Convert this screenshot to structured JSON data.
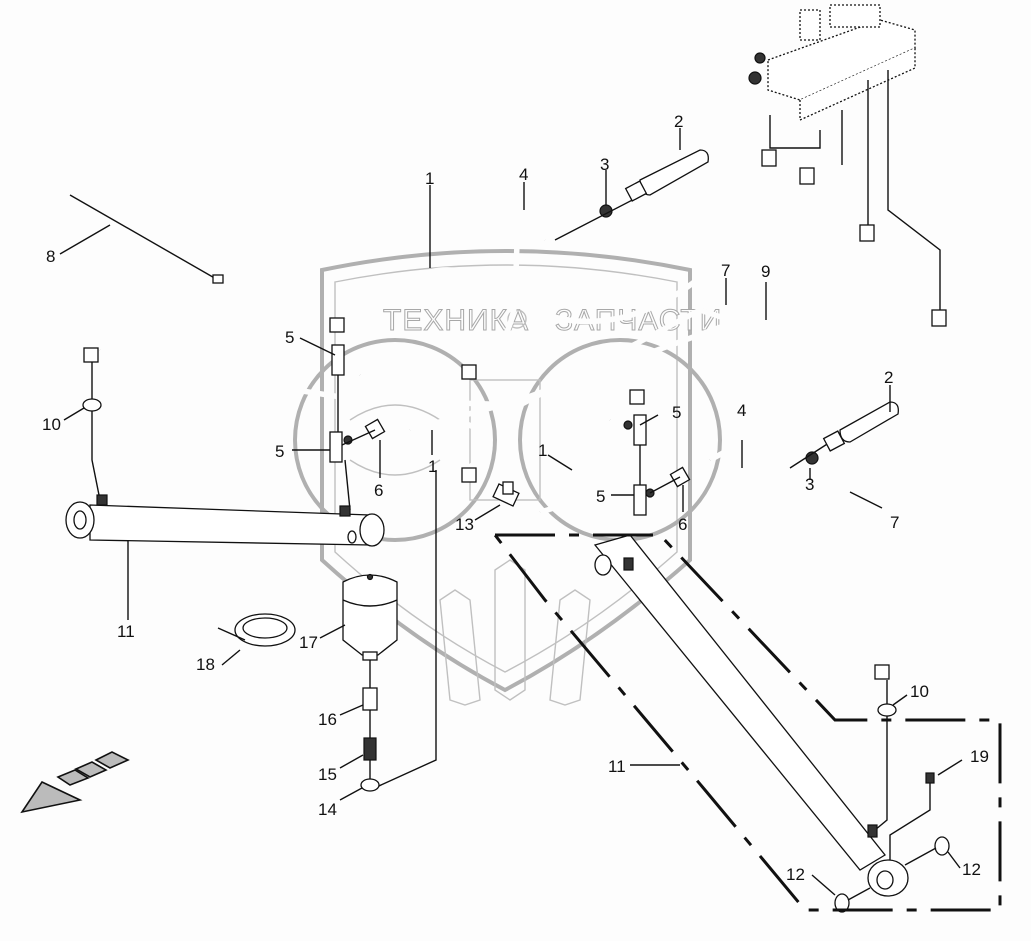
{
  "diagram": {
    "type": "exploded-parts-diagram",
    "subject": "hydraulic lines with cylinders and accumulator",
    "watermark": {
      "left_word": "ТЕХНИКА",
      "right_word": "ЗАПЧАСТИ",
      "emblem": "ЭТФ shield logo"
    },
    "callouts": [
      {
        "id": "c1a",
        "label": "1"
      },
      {
        "id": "c1b",
        "label": "1"
      },
      {
        "id": "c1c",
        "label": "1"
      },
      {
        "id": "c2a",
        "label": "2"
      },
      {
        "id": "c2b",
        "label": "2"
      },
      {
        "id": "c3a",
        "label": "3"
      },
      {
        "id": "c3b",
        "label": "3"
      },
      {
        "id": "c4a",
        "label": "4"
      },
      {
        "id": "c4b",
        "label": "4"
      },
      {
        "id": "c5a",
        "label": "5"
      },
      {
        "id": "c5b",
        "label": "5"
      },
      {
        "id": "c5c",
        "label": "5"
      },
      {
        "id": "c5d",
        "label": "5"
      },
      {
        "id": "c6a",
        "label": "6"
      },
      {
        "id": "c6b",
        "label": "6"
      },
      {
        "id": "c7a",
        "label": "7"
      },
      {
        "id": "c7b",
        "label": "7"
      },
      {
        "id": "c8",
        "label": "8"
      },
      {
        "id": "c9",
        "label": "9"
      },
      {
        "id": "c10a",
        "label": "10"
      },
      {
        "id": "c10b",
        "label": "10"
      },
      {
        "id": "c11a",
        "label": "11"
      },
      {
        "id": "c11b",
        "label": "11"
      },
      {
        "id": "c12a",
        "label": "12"
      },
      {
        "id": "c12b",
        "label": "12"
      },
      {
        "id": "c13",
        "label": "13"
      },
      {
        "id": "c14",
        "label": "14"
      },
      {
        "id": "c15",
        "label": "15"
      },
      {
        "id": "c16",
        "label": "16"
      },
      {
        "id": "c17",
        "label": "17"
      },
      {
        "id": "c18",
        "label": "18"
      },
      {
        "id": "c19",
        "label": "19"
      }
    ],
    "direction_indicator": "front-of-machine-arrow"
  }
}
